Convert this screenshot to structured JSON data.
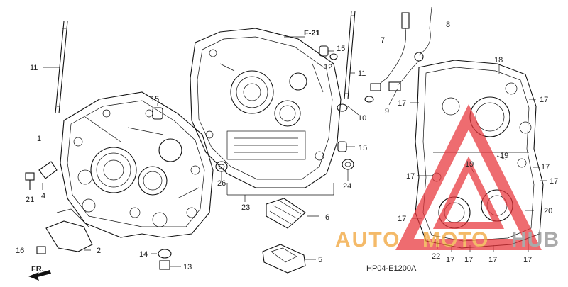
{
  "diagram": {
    "ref_code": "HP04-E1200A",
    "fig_ref": "F-21",
    "direction_label": "FR.",
    "watermark": {
      "text_auto": "AUTO",
      "text_moto": "MOTO",
      "text_hub": "HUB",
      "color_red": "#e8343a",
      "color_orange": "#f0a030",
      "color_gray": "#8a8a8a"
    },
    "callouts": {
      "c1": "1",
      "c2": "2",
      "c4": "4",
      "c5": "5",
      "c6": "6",
      "c7": "7",
      "c8": "8",
      "c9": "9",
      "c10": "10",
      "c11a": "11",
      "c11b": "11",
      "c12": "12",
      "c13": "13",
      "c14": "14",
      "c15a": "15",
      "c15b": "15",
      "c15c": "15",
      "c16": "16",
      "c17a": "17",
      "c17b": "17",
      "c17c": "17",
      "c17d": "17",
      "c17e": "17",
      "c17f": "17",
      "c17g": "17",
      "c17h": "17",
      "c17i": "17",
      "c17j": "17",
      "c18": "18",
      "c19a": "19",
      "c19b": "19",
      "c20": "20",
      "c21": "21",
      "c22": "22",
      "c23": "23",
      "c24": "24",
      "c26": "26"
    }
  }
}
